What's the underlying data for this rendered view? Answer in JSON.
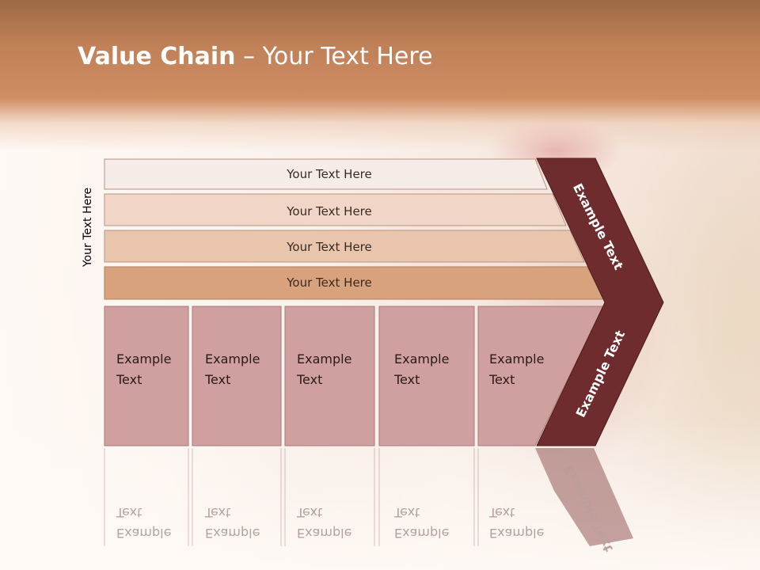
{
  "title": {
    "bold": "Value Chain",
    "rest": " – Your Text Here"
  },
  "side_label": "Your Text Here",
  "bars": [
    {
      "label": "Your Text Here"
    },
    {
      "label": "Your Text Here"
    },
    {
      "label": "Your Text Here"
    },
    {
      "label": "Your Text Here"
    }
  ],
  "boxes": [
    {
      "line1": "Example",
      "line2": "Text"
    },
    {
      "line1": "Example",
      "line2": "Text"
    },
    {
      "line1": "Example",
      "line2": "Text"
    },
    {
      "line1": "Example",
      "line2": "Text"
    },
    {
      "line1": "Example",
      "line2": "Text"
    }
  ],
  "chevron": {
    "upper_label": "Example Text",
    "lower_label": "Example Text"
  },
  "colors": {
    "header": "#c8865c",
    "bar1": "#f5ece8",
    "bar2": "#f1d6c8",
    "bar3": "#e9c5ae",
    "bar4": "#d7a27c",
    "box": "#d0a0a0",
    "chevron": "#6e2c2e"
  }
}
